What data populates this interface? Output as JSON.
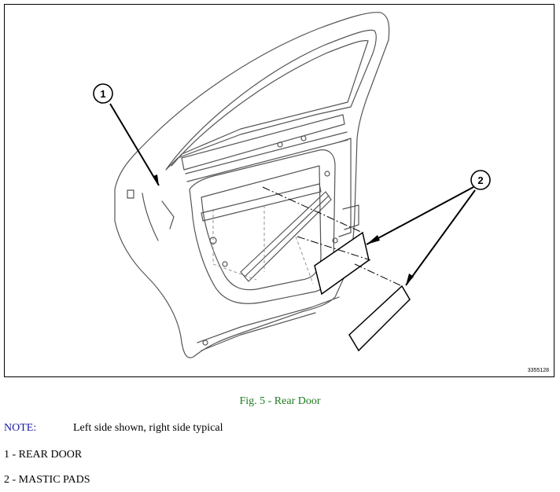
{
  "figure": {
    "callouts": [
      "1",
      "2"
    ],
    "image_id": "3355128"
  },
  "caption": "Fig. 5 - Rear Door",
  "note": {
    "label": "NOTE:",
    "text": "Left side shown, right side typical"
  },
  "legend": [
    "1 - REAR DOOR",
    "2 - MASTIC PADS"
  ]
}
